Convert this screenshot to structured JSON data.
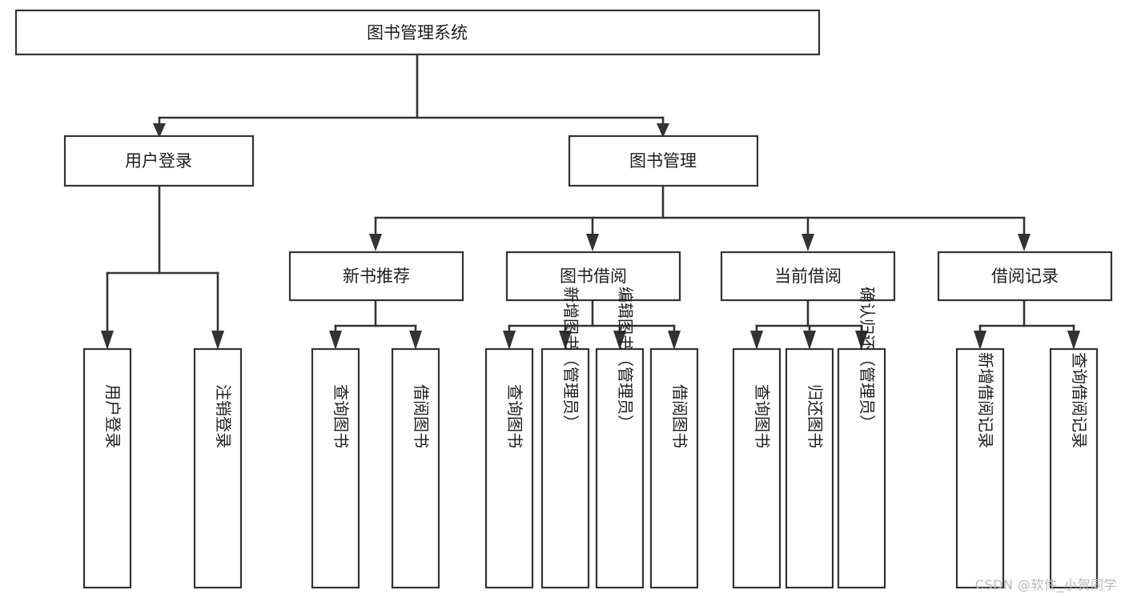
{
  "diagram": {
    "title": "图书管理系统",
    "type": "tree-hierarchy",
    "watermark": "CSDN @软件_小贺同学",
    "colors": {
      "box_fill": "#ffffff",
      "box_stroke": "#333333",
      "text": "#1d1d1d",
      "watermark": "#b9b9b9",
      "background": "#ffffff"
    },
    "nodes": {
      "root": {
        "label": "图书管理系统",
        "level": 1,
        "orientation": "horizontal"
      },
      "l2_user_login": {
        "label": "用户登录",
        "level": 2,
        "orientation": "horizontal"
      },
      "l2_book_manage": {
        "label": "图书管理",
        "level": 2,
        "orientation": "horizontal"
      },
      "l3_new_book_rec": {
        "label": "新书推荐",
        "level": 3,
        "orientation": "horizontal"
      },
      "l3_book_borrow": {
        "label": "图书借阅",
        "level": 3,
        "orientation": "horizontal"
      },
      "l3_current_borrow": {
        "label": "当前借阅",
        "level": 3,
        "orientation": "horizontal"
      },
      "l3_borrow_record": {
        "label": "借阅记录",
        "level": 3,
        "orientation": "horizontal"
      },
      "leaf_user_login": {
        "label": "用户登录",
        "level": 4,
        "orientation": "vertical"
      },
      "leaf_logout": {
        "label": "注销登录",
        "level": 4,
        "orientation": "vertical"
      },
      "leaf_query_book_a": {
        "label": "查询图书",
        "level": 4,
        "orientation": "vertical"
      },
      "leaf_borrow_book_a": {
        "label": "借阅图书",
        "level": 4,
        "orientation": "vertical"
      },
      "leaf_query_book_b": {
        "label": "查询图书",
        "level": 4,
        "orientation": "vertical"
      },
      "leaf_add_book": {
        "label": "新增图书（管理员）",
        "level": 4,
        "orientation": "vertical"
      },
      "leaf_edit_book": {
        "label": "编辑图书（管理员）",
        "level": 4,
        "orientation": "vertical"
      },
      "leaf_borrow_book_b": {
        "label": "借阅图书",
        "level": 4,
        "orientation": "vertical"
      },
      "leaf_query_book_c": {
        "label": "查询图书",
        "level": 4,
        "orientation": "vertical"
      },
      "leaf_return_book": {
        "label": "归还图书",
        "level": 4,
        "orientation": "vertical"
      },
      "leaf_confirm_return": {
        "label": "确认归还（管理员）",
        "level": 4,
        "orientation": "vertical"
      },
      "leaf_add_record": {
        "label": "新增借阅记录",
        "level": 4,
        "orientation": "vertical"
      },
      "leaf_query_record": {
        "label": "查询借阅记录",
        "level": 4,
        "orientation": "vertical"
      }
    },
    "edges": [
      {
        "from": "root",
        "to": "l2_user_login"
      },
      {
        "from": "root",
        "to": "l2_book_manage"
      },
      {
        "from": "l2_user_login",
        "to": "leaf_user_login"
      },
      {
        "from": "l2_user_login",
        "to": "leaf_logout"
      },
      {
        "from": "l2_book_manage",
        "to": "l3_new_book_rec"
      },
      {
        "from": "l2_book_manage",
        "to": "l3_book_borrow"
      },
      {
        "from": "l2_book_manage",
        "to": "l3_current_borrow"
      },
      {
        "from": "l2_book_manage",
        "to": "l3_borrow_record"
      },
      {
        "from": "l3_new_book_rec",
        "to": "leaf_query_book_a"
      },
      {
        "from": "l3_new_book_rec",
        "to": "leaf_borrow_book_a"
      },
      {
        "from": "l3_book_borrow",
        "to": "leaf_query_book_b"
      },
      {
        "from": "l3_book_borrow",
        "to": "leaf_add_book"
      },
      {
        "from": "l3_book_borrow",
        "to": "leaf_edit_book"
      },
      {
        "from": "l3_book_borrow",
        "to": "leaf_borrow_book_b"
      },
      {
        "from": "l3_current_borrow",
        "to": "leaf_query_book_c"
      },
      {
        "from": "l3_current_borrow",
        "to": "leaf_return_book"
      },
      {
        "from": "l3_current_borrow",
        "to": "leaf_confirm_return"
      },
      {
        "from": "l3_borrow_record",
        "to": "leaf_add_record"
      },
      {
        "from": "l3_borrow_record",
        "to": "leaf_query_record"
      }
    ]
  }
}
